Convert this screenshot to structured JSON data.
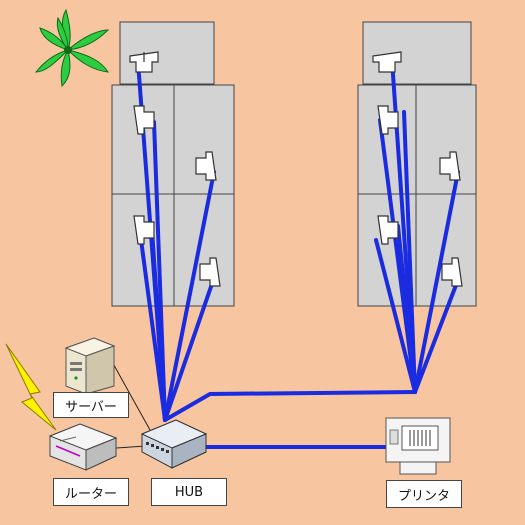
{
  "labels": {
    "server": "サーバー",
    "router": "ルーター",
    "hub": "HUB",
    "printer": "プリンタ"
  },
  "colors": {
    "background": "#F7C6A0",
    "cable": "#1A2BE0",
    "desk": "#D3D3D3",
    "plant": "#2ECC40"
  }
}
